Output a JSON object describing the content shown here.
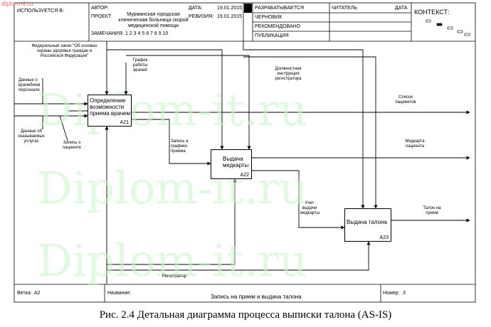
{
  "watermark": "Diplom-it.ru",
  "corner_watermark": "diplom-it.ru",
  "header": {
    "used_in": "ИСПОЛЬЗУЕТСЯ В:",
    "author_label": "АВТОР:",
    "project_label": "ПРОЕКТ:",
    "project_value": "Мурманская городская клиническая больница скорой медицинской помощи",
    "notes_label": "ЗАМЕЧАНИЯ:",
    "notes_numbers": "1 2 3 4 5 6 7 8 9 10",
    "date_label": "ДАТА:",
    "date_value": "19.01.2015",
    "revision_label": "РЕВИЗИЯ:",
    "revision_value": "19.01.2015",
    "status_developing": "РАЗРАБАТЫВАЕТСЯ",
    "status_draft": "ЧЕРНОВИК",
    "status_recommended": "РЕКОМЕНДОВАНО",
    "status_publication": "ПУБЛИКАЦИЯ",
    "reader_label": "ЧИТАТЕЛЬ",
    "reader_date_label": "ДАТА",
    "context_label": "КОНТЕКСТ:"
  },
  "boxes": [
    {
      "label": "Определение возможности приема врачем",
      "number": "A21"
    },
    {
      "label": "Выдача медкарты",
      "number": "A22"
    },
    {
      "label": "Выдача талона",
      "number": "A23"
    }
  ],
  "arrow_labels": {
    "federal_law": "Федеральный закон \"Об основах охраны здоровья граждан в Российской Федерации\"",
    "schedule": "График работы врачей",
    "job_instruction": "Должностная инструкция регистратора",
    "doctor_data": "Данные о врачебном персонале",
    "services_data": "Данные об оказываемых услугах",
    "patient_record": "Запись о пациенте",
    "patient_list": "Список пациентов",
    "schedule_record": "Запись в графике приема",
    "med_card": "Медкарта пациента",
    "issued_cards": "Учет выдачи медкарты",
    "ticket": "Талон на прием",
    "registrar": "Регистратор"
  },
  "footer": {
    "node_label": "Ветка:",
    "node_value": "A2",
    "title_label": "Название:",
    "title_value": "Запись на прием и выдача талона",
    "number_label": "Номер:",
    "number_value": "3"
  },
  "caption": "Рис. 2.4 Детальная диаграмма процесса выписки талона (AS-IS)"
}
